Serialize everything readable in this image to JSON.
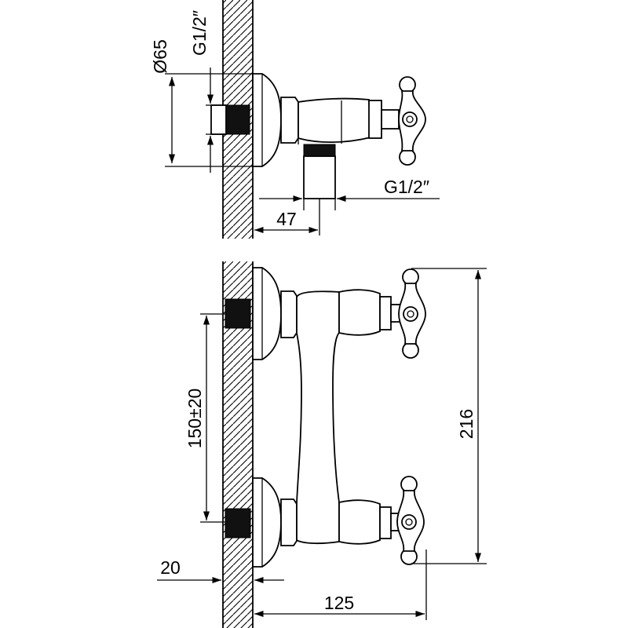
{
  "drawing": {
    "labels": {
      "dia65": "Ø65",
      "thread_top": "G1/2″",
      "thread_outlet": "G1/2″",
      "depth_47": "47",
      "spacing": "150±20",
      "height_216": "216",
      "wall_20": "20",
      "width_125": "125"
    },
    "colors": {
      "line": "#000000",
      "background": "#ffffff"
    }
  }
}
